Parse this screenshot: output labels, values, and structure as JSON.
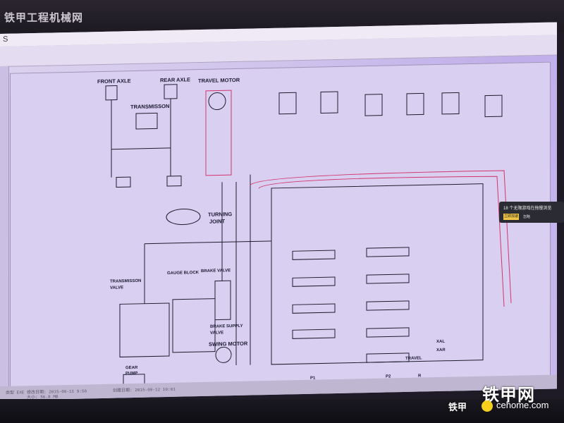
{
  "watermark_top": "铁甲工程机械网",
  "watermark_bottom_main": "铁甲网",
  "watermark_bottom_sub": "铁甲",
  "watermark_site": "cehome.com",
  "app_glyph": "S",
  "popup": {
    "title": "18 个无限游戏在拖慢浏览",
    "button": "立即加速",
    "link": "忽略"
  },
  "status": {
    "left": "类型 EXE",
    "mid": "修改日期: 2015-09-11 9:56",
    "right": "创建日期: 2015-09-12 10:01",
    "size": "大小: 56.8 MB"
  },
  "diagram": {
    "front_axle": "FRONT AXLE",
    "rear_axle": "REAR AXLE",
    "travel_motor": "TRAVEL MOTOR",
    "transmission": "TRANSMISSON",
    "turning_joint_1": "TURNING",
    "turning_joint_2": "JOINT",
    "transmission_valve_1": "TRANSMISSON",
    "transmission_valve_2": "VALVE",
    "gauge_block": "GAUGE BLOCK",
    "brake_valve": "BRAKE VALVE",
    "brake_supply_valve_1": "BRAKE SUPPLY",
    "brake_supply_valve_2": "VALVE",
    "swing_motor": "SWING MOTOR",
    "gear_pump_1": "GEAR",
    "gear_pump_2": "PUMP",
    "travel": "TRAVEL",
    "xal": "XAL",
    "xar": "XAR",
    "p1": "P1",
    "p2": "P2",
    "r": "R"
  },
  "colors": {
    "line": "#1e1d2f",
    "hot_line": "#d2356e",
    "screen": "#cfc3ec"
  }
}
